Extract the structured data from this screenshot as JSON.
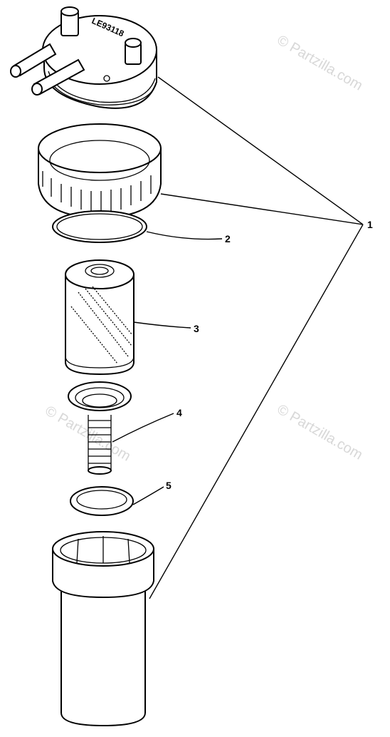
{
  "watermark": {
    "text": "© Partzilla.com"
  },
  "cap_marking": "LE93118",
  "callouts": [
    {
      "id": "1",
      "label": "1"
    },
    {
      "id": "2",
      "label": "2"
    },
    {
      "id": "3",
      "label": "3"
    },
    {
      "id": "4",
      "label": "4"
    },
    {
      "id": "5",
      "label": "5"
    }
  ]
}
